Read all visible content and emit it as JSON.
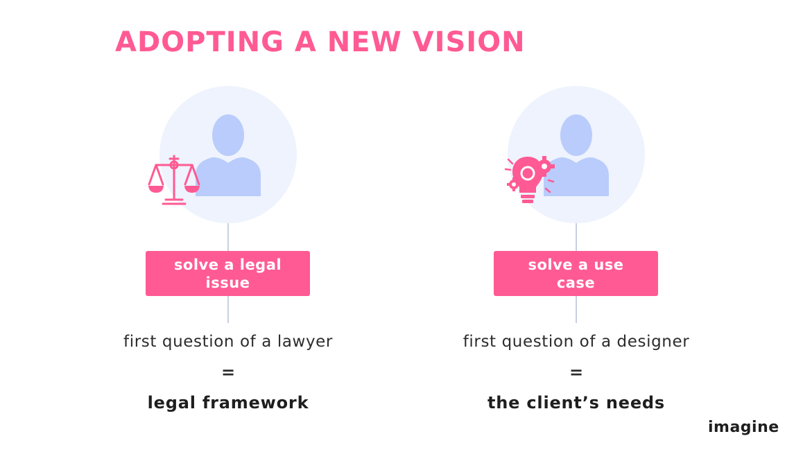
{
  "title": "ADOPTING A NEW VISION",
  "colors": {
    "accent": "#ff5a93",
    "circle_bg": "#eef3fd",
    "person": "#b9ccfb",
    "connector": "#c7d0df",
    "text": "#2c2c2c"
  },
  "columns": [
    {
      "icon": "scales-of-justice-icon",
      "pill": "solve a legal issue",
      "question": "first question of a lawyer",
      "equals": "=",
      "answer": "legal framework"
    },
    {
      "icon": "lightbulb-gears-icon",
      "pill": "solve a use case",
      "question": "first question of a designer",
      "equals": "=",
      "answer": "the client’s needs"
    }
  ],
  "logo": "imagine"
}
